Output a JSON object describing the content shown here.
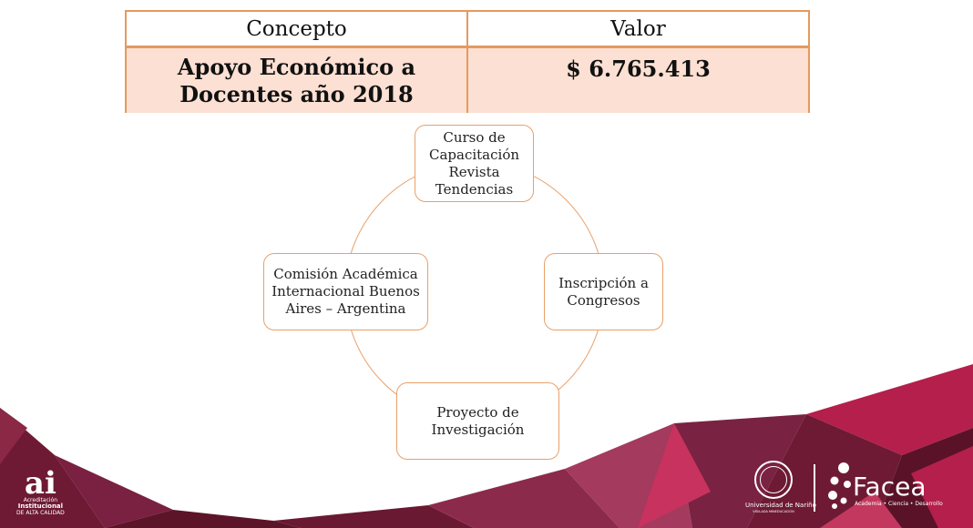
{
  "table": {
    "header": [
      "Concepto",
      "Valor"
    ],
    "row": {
      "concept": "Apoyo Económico a Docentes año 2018",
      "value": "$ 6.765.413"
    }
  },
  "cycle": {
    "nodes": [
      {
        "label": "Curso de Capacitación Revista Tendencias"
      },
      {
        "label": "Inscripción a Congresos"
      },
      {
        "label": "Proyecto de Investigación"
      },
      {
        "label": "Comisión Académica Internacional Buenos Aires – Argentina"
      }
    ]
  },
  "footer": {
    "ai_logo": {
      "mark": "ai",
      "line1": "Acreditación",
      "line2": "Institucional",
      "line3": "DE ALTA CALIDAD"
    },
    "udenar_logo": {
      "name": "Universidad de Nariño",
      "sub": "VIGILADA MINEDUCACIÓN"
    },
    "facea_logo": {
      "word": "Facea",
      "tagline": "Academia • Ciencia • Desarrollo"
    }
  },
  "colors": {
    "accent": "#e59a5e",
    "row_fill": "#fbe0d3",
    "maroon": "#6e1a34",
    "crimson": "#b51f4b"
  }
}
